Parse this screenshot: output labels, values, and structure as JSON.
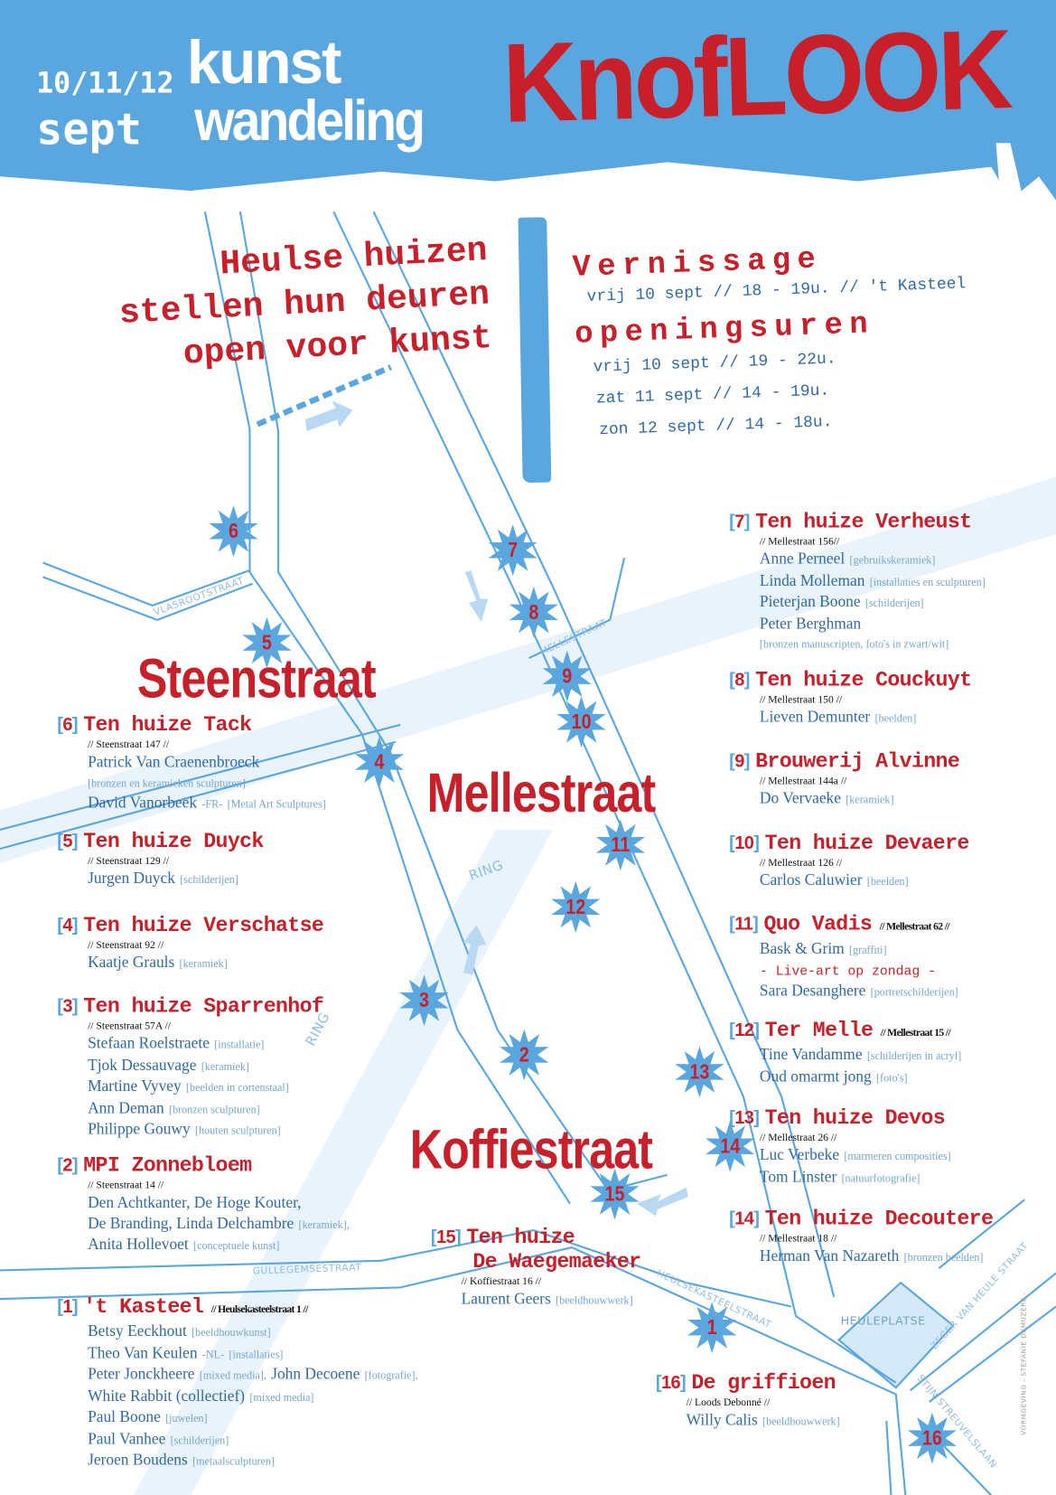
{
  "header": {
    "dates": "10/11/12",
    "month": "sept",
    "line1": "kunst",
    "line2": "wandeling",
    "brand": "KnofLOOK"
  },
  "tagline": [
    "Heulse huizen",
    "stellen hun deuren",
    "open voor kunst"
  ],
  "vernissage": {
    "heading": "Vernissage",
    "text": "vrij 10 sept // 18 - 19u. // 't Kasteel"
  },
  "openingsuren": {
    "heading": "openingsuren",
    "times": [
      "vrij 10 sept // 19 - 22u.",
      "zat 11 sept // 14 - 19u.",
      "zon 12 sept // 14 - 18u."
    ]
  },
  "streets": {
    "steenstraat": "Steenstraat",
    "mellestraat": "Mellestraat",
    "koffiestraat": "Koffiestraat"
  },
  "map_labels": {
    "vlasrootstraat": "VLASROOTSTRAAT",
    "mellestraat": "MELLESTRAAT",
    "ring1": "RING",
    "ring2": "RING",
    "gullegemsestraat": "GULLEGEMSESTRAAT",
    "heulsekasteelstraat": "HEULSEKASTEELSTRAAT",
    "heuleplatse": "HEULEPLATSE",
    "zeger": "ZEGER VAN HEULE STRAAT",
    "stijn": "STIJN STREUVELSLAAN"
  },
  "markers": [
    "1",
    "2",
    "3",
    "4",
    "5",
    "6",
    "7",
    "8",
    "9",
    "10",
    "11",
    "12",
    "13",
    "14",
    "15",
    "16"
  ],
  "listings": [
    {
      "num": "7",
      "title": "Ten huize Verheust",
      "address": "// Mellestraat 156//",
      "lines": [
        [
          {
            "text": "Anne Perneel",
            "style": "name"
          },
          {
            "text": "[gebruikskeramiek]",
            "style": "tag"
          }
        ],
        [
          {
            "text": "Linda Molleman",
            "style": "name"
          },
          {
            "text": "[installaties en sculpturen]",
            "style": "tag"
          }
        ],
        [
          {
            "text": "Pieterjan Boone",
            "style": "name"
          },
          {
            "text": "[schilderijen]",
            "style": "tag"
          }
        ],
        [
          {
            "text": "Peter Berghman",
            "style": "name"
          }
        ],
        [
          {
            "text": "[bronzen manuscripten, foto's in zwart/wit]",
            "style": "tag"
          }
        ]
      ]
    },
    {
      "num": "8",
      "title": "Ten huize Couckuyt",
      "address": "// Mellestraat 150 //",
      "lines": [
        [
          {
            "text": "Lieven Demunter",
            "style": "name"
          },
          {
            "text": "[beelden]",
            "style": "tag"
          }
        ]
      ]
    },
    {
      "num": "9",
      "title": "Brouwerij Alvinne",
      "address": "// Mellestraat 144a //",
      "lines": [
        [
          {
            "text": "Do Vervaeke",
            "style": "name"
          },
          {
            "text": "[keramiek]",
            "style": "tag"
          }
        ]
      ]
    },
    {
      "num": "10",
      "title": "Ten huize Devaere",
      "address": "// Mellestraat 126 //",
      "lines": [
        [
          {
            "text": "Carlos Caluwier",
            "style": "name"
          },
          {
            "text": "[beelden]",
            "style": "tag"
          }
        ]
      ]
    },
    {
      "num": "11",
      "title": "Quo Vadis",
      "address": "// Mellestraat 62 //",
      "inline": true,
      "lines": [
        [
          {
            "text": "Bask & Grim",
            "style": "name"
          },
          {
            "text": "[graffiti]",
            "style": "tag"
          }
        ],
        [
          {
            "text": "- Live-art op zondag -",
            "style": "note"
          }
        ],
        [
          {
            "text": "Sara Desanghere",
            "style": "name"
          },
          {
            "text": "[portretschilderijen]",
            "style": "tag"
          }
        ]
      ]
    },
    {
      "num": "12",
      "title": "Ter Melle",
      "address": "// Mellestraat 15 //",
      "inline": true,
      "lines": [
        [
          {
            "text": "Tine Vandamme",
            "style": "name"
          },
          {
            "text": "[schilderijen in acryl]",
            "style": "tag"
          }
        ],
        [
          {
            "text": "Oud omarmt jong",
            "style": "name"
          },
          {
            "text": "[foto's]",
            "style": "tag"
          }
        ]
      ]
    },
    {
      "num": "13",
      "title": "Ten huize Devos",
      "address": "// Mellestraat 26 //",
      "lines": [
        [
          {
            "text": "Luc Verbeke",
            "style": "name"
          },
          {
            "text": "[marmeren composities]",
            "style": "tag"
          }
        ],
        [
          {
            "text": "Tom Linster",
            "style": "name"
          },
          {
            "text": "[natuurfotografie]",
            "style": "tag"
          }
        ]
      ]
    },
    {
      "num": "14",
      "title": "Ten huize Decoutere",
      "address": "// Mellestraat 18 //",
      "lines": [
        [
          {
            "text": "Herman Van Nazareth",
            "style": "name"
          },
          {
            "text": "[bronzen beelden]",
            "style": "tag"
          }
        ]
      ]
    },
    {
      "num": "15",
      "title": "Ten huize",
      "title2": "De Waegemaeker",
      "address": "// Koffiestraat 16 //",
      "lines": [
        [
          {
            "text": "Laurent Geers",
            "style": "name"
          },
          {
            "text": "[beeldhouwwerk]",
            "style": "tag"
          }
        ]
      ]
    },
    {
      "num": "16",
      "title": "De griffioen",
      "address": "// Loods Debonné //",
      "lines": [
        [
          {
            "text": "Willy Calis",
            "style": "name"
          },
          {
            "text": "[beeldhouwwerk]",
            "style": "tag"
          }
        ]
      ]
    },
    {
      "num": "6",
      "title": "Ten huize Tack",
      "address": "// Steenstraat 147 //",
      "lines": [
        [
          {
            "text": "Patrick Van Craenenbroeck",
            "style": "name"
          }
        ],
        [
          {
            "text": "[bronzen en keramieken sculpturen]",
            "style": "tag"
          }
        ],
        [
          {
            "text": "David Vanorbeek",
            "style": "name"
          },
          {
            "text": "-FR-",
            "style": "tag"
          },
          {
            "text": "[Metal Art Sculptures]",
            "style": "tag"
          }
        ]
      ]
    },
    {
      "num": "5",
      "title": "Ten huize Duyck",
      "address": "// Steenstraat 129 //",
      "lines": [
        [
          {
            "text": "Jurgen Duyck",
            "style": "name"
          },
          {
            "text": "[schilderijen]",
            "style": "tag"
          }
        ]
      ]
    },
    {
      "num": "4",
      "title": "Ten huize Verschatse",
      "address": "// Steenstraat 92 //",
      "lines": [
        [
          {
            "text": "Kaatje Grauls",
            "style": "name"
          },
          {
            "text": "[keramiek]",
            "style": "tag"
          }
        ]
      ]
    },
    {
      "num": "3",
      "title": "Ten huize Sparrenhof",
      "address": "// Steenstraat 57A //",
      "lines": [
        [
          {
            "text": "Stefaan Roelstraete",
            "style": "name"
          },
          {
            "text": "[installatie]",
            "style": "tag"
          }
        ],
        [
          {
            "text": "Tjok Dessauvage",
            "style": "name"
          },
          {
            "text": "[keramiek]",
            "style": "tag"
          }
        ],
        [
          {
            "text": "Martine Vyvey",
            "style": "name"
          },
          {
            "text": "[beelden in cortenstaal]",
            "style": "tag"
          }
        ],
        [
          {
            "text": "Ann Deman",
            "style": "name"
          },
          {
            "text": "[bronzen sculpturen]",
            "style": "tag"
          }
        ],
        [
          {
            "text": "Philippe Gouwy",
            "style": "name"
          },
          {
            "text": "[houten sculpturen]",
            "style": "tag"
          }
        ]
      ]
    },
    {
      "num": "2",
      "title": "MPI Zonnebloem",
      "address": "// Steenstraat 14 //",
      "lines": [
        [
          {
            "text": "Den Achtkanter, De Hoge Kouter,",
            "style": "name"
          }
        ],
        [
          {
            "text": "De Branding, Linda Delchambre",
            "style": "name"
          },
          {
            "text": "[keramiek],",
            "style": "tag"
          }
        ],
        [
          {
            "text": "Anita Hollevoet",
            "style": "name"
          },
          {
            "text": "[conceptuele kunst]",
            "style": "tag"
          }
        ]
      ]
    },
    {
      "num": "1",
      "title": "'t Kasteel",
      "address": "// Heulsekasteelstraat 1 //",
      "inline": true,
      "lines": [
        [
          {
            "text": "Betsy Eeckhout",
            "style": "name"
          },
          {
            "text": "[beeldhouwkunst]",
            "style": "tag"
          }
        ],
        [
          {
            "text": "Theo Van Keulen",
            "style": "name"
          },
          {
            "text": "-NL-",
            "style": "tag"
          },
          {
            "text": "[installaties]",
            "style": "tag"
          }
        ],
        [
          {
            "text": "Peter Jonckheere",
            "style": "name"
          },
          {
            "text": "[mixed media],",
            "style": "tag"
          },
          {
            "text": "John Decoene",
            "style": "name"
          },
          {
            "text": "[fotografie],",
            "style": "tag"
          }
        ],
        [
          {
            "text": "White Rabbit (collectief)",
            "style": "name"
          },
          {
            "text": "[mixed media]",
            "style": "tag"
          }
        ],
        [
          {
            "text": "Paul Boone",
            "style": "name"
          },
          {
            "text": "[juwelen]",
            "style": "tag"
          }
        ],
        [
          {
            "text": "Paul Vanhee",
            "style": "name"
          },
          {
            "text": "[schilderijen]",
            "style": "tag"
          }
        ],
        [
          {
            "text": "Jeroen Boudens",
            "style": "name"
          },
          {
            "text": "[metaalsculpturen]",
            "style": "tag"
          }
        ]
      ]
    }
  ],
  "credit": "VORMGEVING - STEFANIE DEMUZERE -",
  "colors": {
    "blue": "#5aa6de",
    "red": "#c8202a",
    "text_blue": "#2f6aa3"
  }
}
